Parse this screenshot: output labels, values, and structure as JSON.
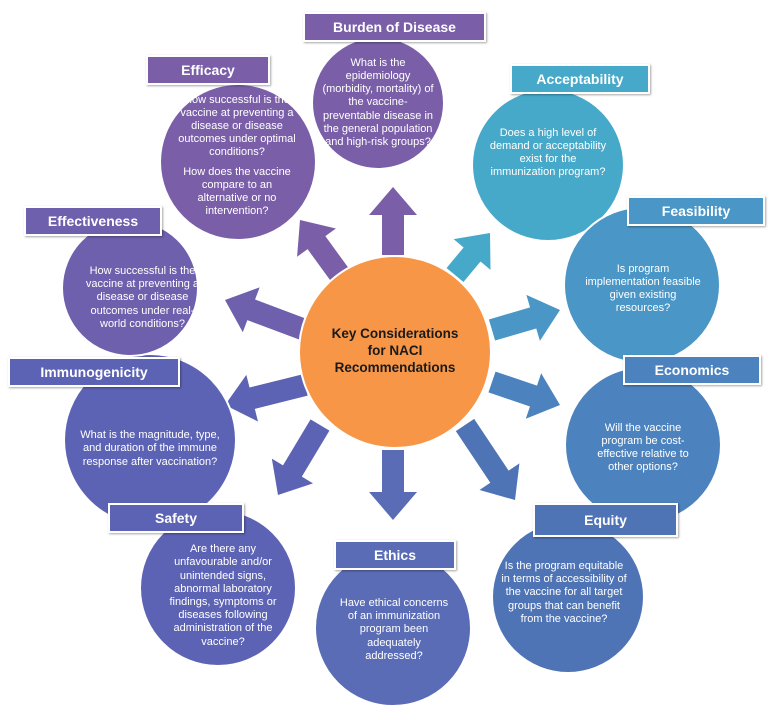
{
  "center": {
    "line1": "Key Considerations",
    "line2": "for NACI",
    "line3": "Recommendations"
  },
  "colors": {
    "center": "#F79646",
    "purple_dark": "#7A5FA8",
    "purple": "#6E60AC",
    "indigo": "#5D63B4",
    "blue_violet": "#5A6CB6",
    "blue": "#4F74B6",
    "steel_blue": "#4C83BE",
    "sky_blue": "#4A96C6",
    "teal": "#46A9C9"
  },
  "nodes": [
    {
      "key": "burden",
      "label": "Burden of Disease",
      "text": [
        "What is the epidemiology (morbidity, mortality) of the vaccine-preventable disease in the general population and high-risk groups?"
      ]
    },
    {
      "key": "acceptability",
      "label": "Acceptability",
      "text": [
        "Does a high level of demand or acceptability exist for the immunization program?"
      ]
    },
    {
      "key": "feasibility",
      "label": "Feasibility",
      "text": [
        "Is program implementation feasible given existing resources?"
      ]
    },
    {
      "key": "economics",
      "label": "Economics",
      "text": [
        "Will the vaccine program be cost-effective relative to other options?"
      ]
    },
    {
      "key": "equity",
      "label": "Equity",
      "text": [
        "Is the program equitable in terms of accessibility of the vaccine for all target groups that can benefit from the vaccine?"
      ]
    },
    {
      "key": "ethics",
      "label": "Ethics",
      "text": [
        "Have ethical concerns of an immunization program been adequately addressed?"
      ]
    },
    {
      "key": "safety",
      "label": "Safety",
      "text": [
        "Are there any unfavourable and/or unintended signs, abnormal laboratory findings, symptoms or diseases following administration of the vaccine?"
      ]
    },
    {
      "key": "immunogenicity",
      "label": "Immunogenicity",
      "text": [
        "What is the magnitude, type, and duration of the immune response after vaccination?"
      ]
    },
    {
      "key": "effectiveness",
      "label": "Effectiveness",
      "text": [
        "How successful is the vaccine at preventing a disease or disease outcomes under real-world conditions?"
      ]
    },
    {
      "key": "efficacy",
      "label": "Efficacy",
      "text": [
        "How successful is the vaccine at preventing a disease or disease outcomes under optimal conditions?",
        "How does the vaccine compare to an alternative or no intervention?"
      ]
    }
  ]
}
